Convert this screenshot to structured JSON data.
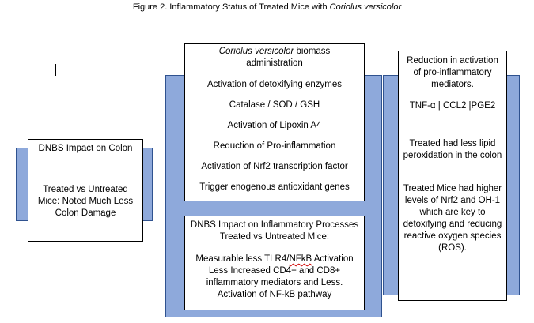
{
  "figure": {
    "title_prefix": "Figure 2. Inflammatory Status of Treated Mice with ",
    "title_italic": "Coriolus versicolor"
  },
  "left_box": {
    "heading": "DNBS Impact on Colon",
    "body": "Treated vs Untreated Mice: Noted Much Less Colon Damage"
  },
  "center_top_box": {
    "line1_italic": "Coriolus versicolor",
    "line1_rest": " biomass administration",
    "items": [
      "Activation of detoxifying enzymes",
      "Catalase / SOD / GSH",
      "Activation of Lipoxin A4",
      "Reduction of Pro-inflammation",
      "Activation of Nrf2 transcription factor",
      "Trigger enogenous antioxidant genes"
    ]
  },
  "center_bottom_box": {
    "heading": "DNBS Impact on Inflammatory Processes Treated vs Untreated Mice:",
    "line1_a": "Measurable less TLR4/",
    "line1_b": "NFkB",
    "line1_c": " Activation",
    "rest": "Less Increased CD4+ and CD8+ inflammatory mediators and Less. Activation of NF-kB pathway"
  },
  "right_box": {
    "para1": "Reduction in activation of pro-inflammatory mediators.",
    "para2": "TNF-α | CCL2 |PGE2",
    "para3": "Treated had less lipid peroxidation in the colon",
    "para4": "Treated Mice had higher levels of Nrf2 and OH-1 which are key to detoxifying and reducing reactive oxygen species (ROS)."
  },
  "colors": {
    "bracket_fill": "#8ea9db",
    "bracket_border": "#2f528f",
    "box_border": "#000000"
  }
}
